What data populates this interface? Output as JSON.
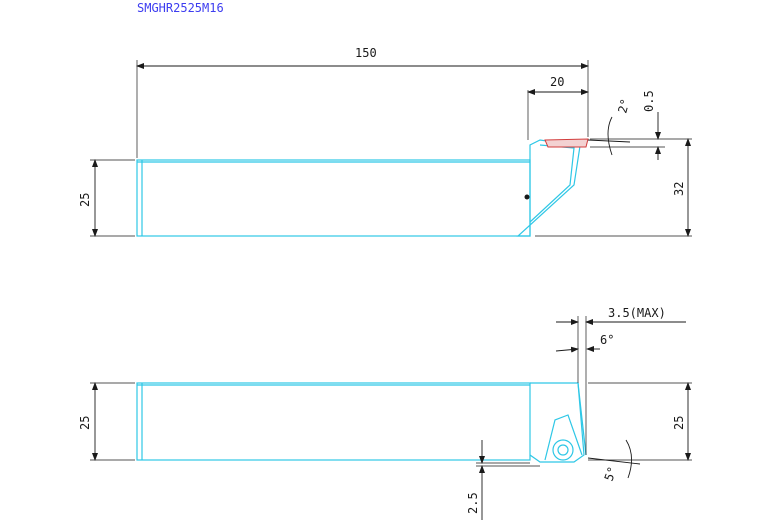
{
  "title": "SMGHR2525M16",
  "top_view": {
    "length_label": "150",
    "head_length_label": "20",
    "angle_2_label": "2°",
    "offset_label": "0.5",
    "shank_height_label": "25",
    "total_height_label": "32"
  },
  "bottom_view": {
    "width_label": "3.5(MAX)",
    "angle_6_label": "6°",
    "shank_height_label": "25",
    "head_height_label": "25",
    "angle_5_label": "5°",
    "drop_label": "2.5"
  },
  "colors": {
    "part_outline": "#2ec7e6",
    "dimension": "#1a1a1a",
    "title": "#3d3df0",
    "insert": "#d23c3c"
  }
}
